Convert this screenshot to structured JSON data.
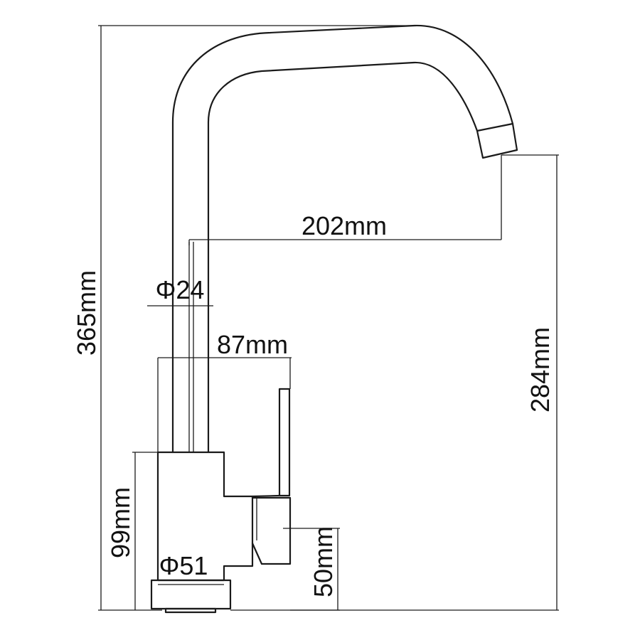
{
  "dimensions": {
    "total_height": "365mm",
    "spout_reach": "202mm",
    "pipe_diameter": "Φ24",
    "body_depth": "87mm",
    "body_height": "99mm",
    "base_diameter": "Φ51",
    "handle_height": "50mm",
    "spout_height": "284mm"
  }
}
